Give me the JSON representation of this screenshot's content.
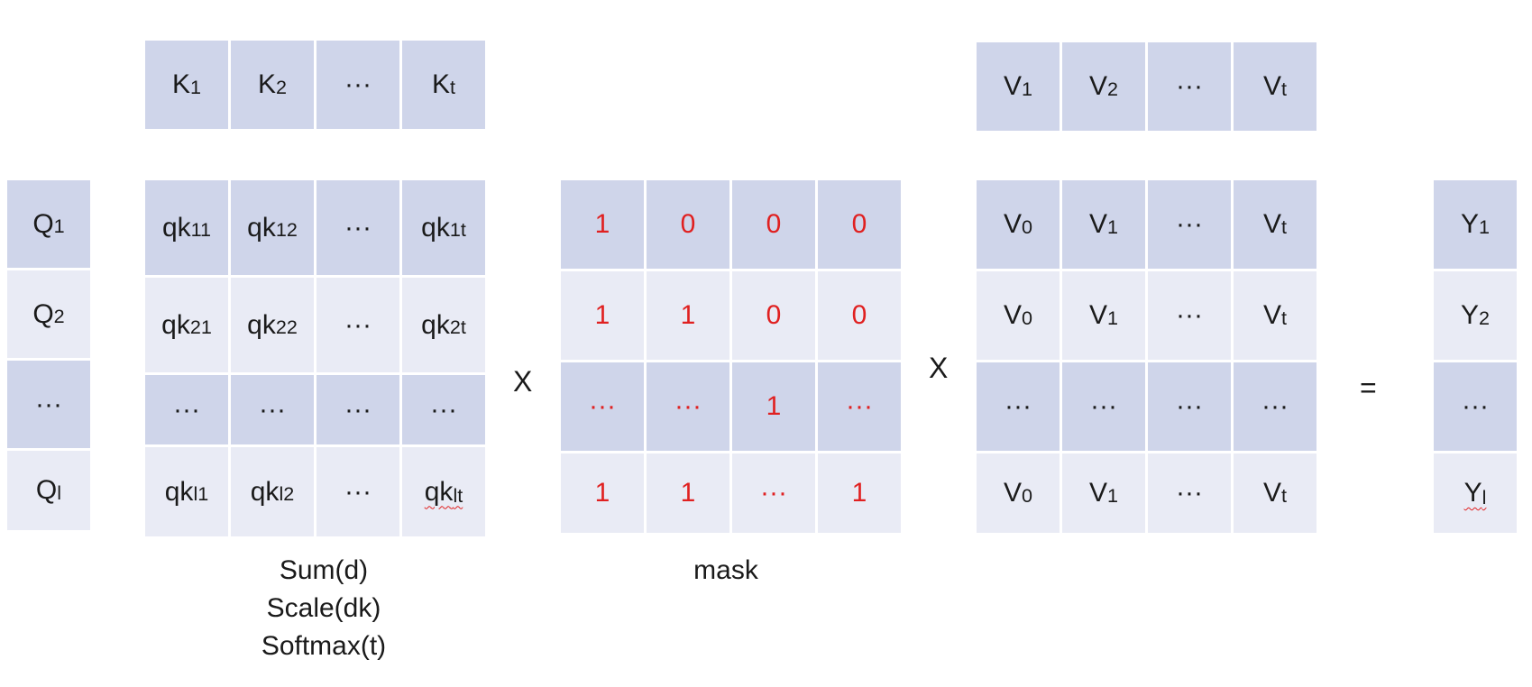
{
  "k_header": [
    {
      "main": "K",
      "sub": "1"
    },
    {
      "main": "K",
      "sub": "2"
    },
    {
      "main": "···",
      "sub": ""
    },
    {
      "main": "K",
      "sub": "t"
    }
  ],
  "v_header": [
    {
      "main": "V",
      "sub": "1"
    },
    {
      "main": "V",
      "sub": "2"
    },
    {
      "main": "···",
      "sub": ""
    },
    {
      "main": "V",
      "sub": "t"
    }
  ],
  "q_column": [
    {
      "main": "Q",
      "sub": "1"
    },
    {
      "main": "Q",
      "sub": "2"
    },
    {
      "main": "···",
      "sub": ""
    },
    {
      "main": "Q",
      "sub": "l"
    }
  ],
  "qk_matrix": [
    [
      {
        "main": "qk",
        "sub": "11"
      },
      {
        "main": "qk",
        "sub": "12"
      },
      {
        "main": "···",
        "sub": ""
      },
      {
        "main": "qk",
        "sub": "1t"
      }
    ],
    [
      {
        "main": "qk",
        "sub": "21"
      },
      {
        "main": "qk",
        "sub": "22"
      },
      {
        "main": "···",
        "sub": ""
      },
      {
        "main": "qk",
        "sub": "2t"
      }
    ],
    [
      {
        "main": "···",
        "sub": ""
      },
      {
        "main": "···",
        "sub": ""
      },
      {
        "main": "···",
        "sub": ""
      },
      {
        "main": "···",
        "sub": ""
      }
    ],
    [
      {
        "main": "qk",
        "sub": "l1"
      },
      {
        "main": "qk",
        "sub": "l2"
      },
      {
        "main": "···",
        "sub": ""
      },
      {
        "main": "qk",
        "sub": "lt"
      }
    ]
  ],
  "mask_matrix": [
    [
      "1",
      "0",
      "0",
      "0"
    ],
    [
      "1",
      "1",
      "0",
      "0"
    ],
    [
      "···",
      "···",
      "1",
      "···"
    ],
    [
      "1",
      "1",
      "···",
      "1"
    ]
  ],
  "v_matrix": [
    [
      {
        "main": "V",
        "sub": "0"
      },
      {
        "main": "V",
        "sub": "1"
      },
      {
        "main": "···",
        "sub": ""
      },
      {
        "main": "V",
        "sub": "t"
      }
    ],
    [
      {
        "main": "V",
        "sub": "0"
      },
      {
        "main": "V",
        "sub": "1"
      },
      {
        "main": "···",
        "sub": ""
      },
      {
        "main": "V",
        "sub": "t"
      }
    ],
    [
      {
        "main": "···",
        "sub": ""
      },
      {
        "main": "···",
        "sub": ""
      },
      {
        "main": "···",
        "sub": ""
      },
      {
        "main": "···",
        "sub": ""
      }
    ],
    [
      {
        "main": "V",
        "sub": "0"
      },
      {
        "main": "V",
        "sub": "1"
      },
      {
        "main": "···",
        "sub": ""
      },
      {
        "main": "V",
        "sub": "t"
      }
    ]
  ],
  "y_column": [
    {
      "main": "Y",
      "sub": "1"
    },
    {
      "main": "Y",
      "sub": "2"
    },
    {
      "main": "···",
      "sub": ""
    },
    {
      "main": "Y",
      "sub": "l"
    }
  ],
  "operators": {
    "times1": "X",
    "times2": "X",
    "equals": "="
  },
  "captions": {
    "qk_line1": "Sum(d)",
    "qk_line2": "Scale(dk)",
    "qk_line3": "Softmax(t)",
    "mask": "mask"
  },
  "colors": {
    "cell_dark": "#cfd5ea",
    "cell_light": "#e9ebf5",
    "mask_text": "#e02020"
  }
}
